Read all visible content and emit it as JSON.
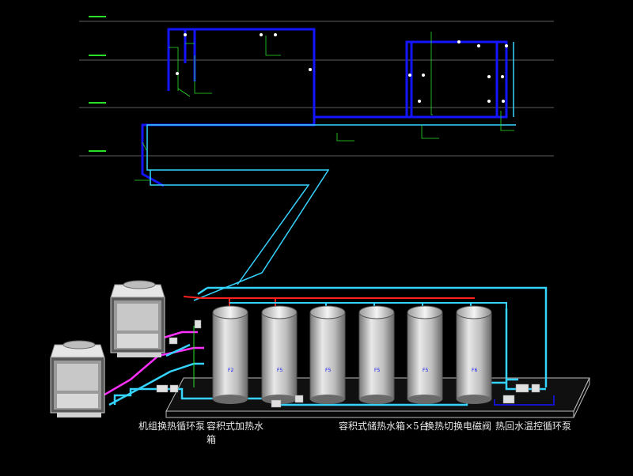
{
  "labels": {
    "unit_pump": "机组换热循环泵",
    "heater": "容积式加热水",
    "heater_line2": "箱",
    "storage": "容积式储热水箱×5台",
    "valve": "换热切换电磁阀",
    "return_pump": "热回水温控循环泵"
  },
  "colors": {
    "supply_blue": "#1414ff",
    "return_cyan": "#35d4ff",
    "hot_red": "#ff2020",
    "green": "#28e028",
    "magenta": "#ff30ff",
    "tank": "#c8c8c8"
  },
  "tanks": [
    "tank-heater",
    "tank-1",
    "tank-2",
    "tank-3",
    "tank-4",
    "tank-5"
  ]
}
